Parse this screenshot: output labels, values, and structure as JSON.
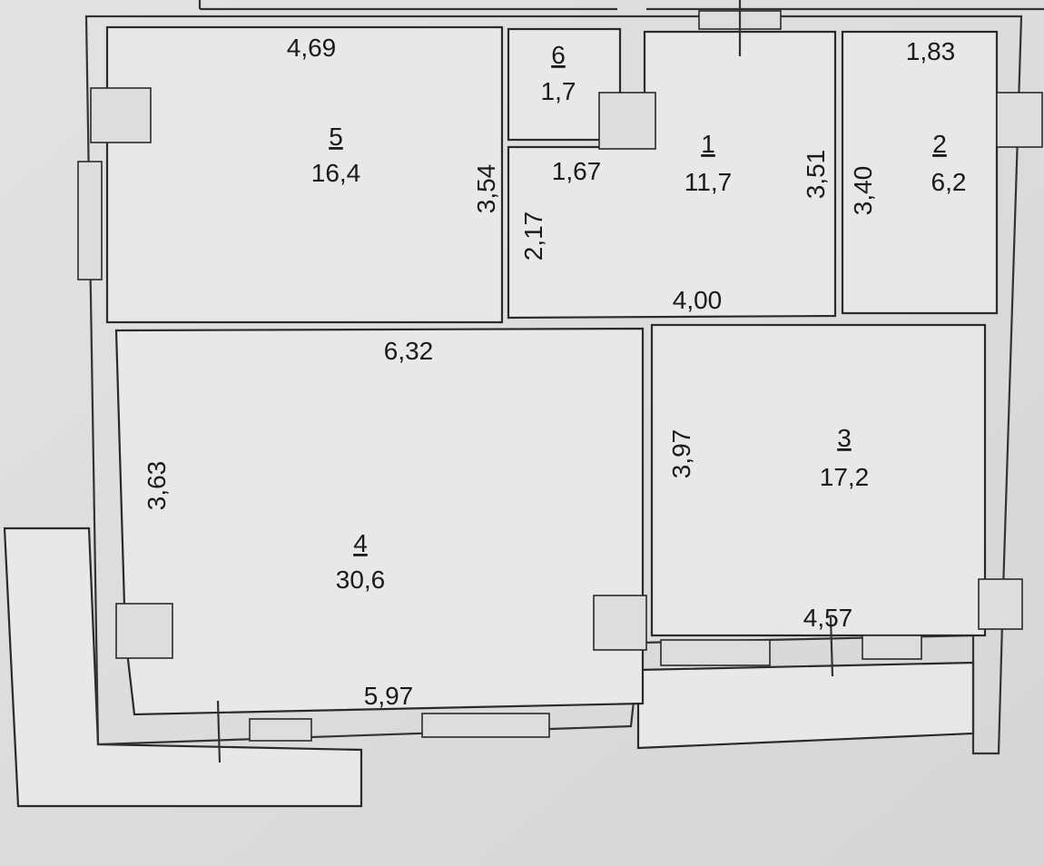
{
  "plan": {
    "rooms": [
      {
        "number": "1",
        "area": "11,7"
      },
      {
        "number": "2",
        "area": "6,2"
      },
      {
        "number": "3",
        "area": "17,2"
      },
      {
        "number": "4",
        "area": "30,6"
      },
      {
        "number": "5",
        "area": "16,4"
      },
      {
        "number": "6",
        "area": "1,7"
      }
    ],
    "dimensions": {
      "room5_top": "4,69",
      "room5_right": "3,54",
      "room6_bottom": "1,67",
      "room1_left": "2,17",
      "room1_bottom": "4,00",
      "room1_right": "3,51",
      "room2_left": "3,40",
      "room2_top": "1,83",
      "room4_top": "6,32",
      "room4_left": "3,63",
      "room4_bottom": "5,97",
      "room3_left": "3,97",
      "room3_bottom": "4,57"
    }
  }
}
